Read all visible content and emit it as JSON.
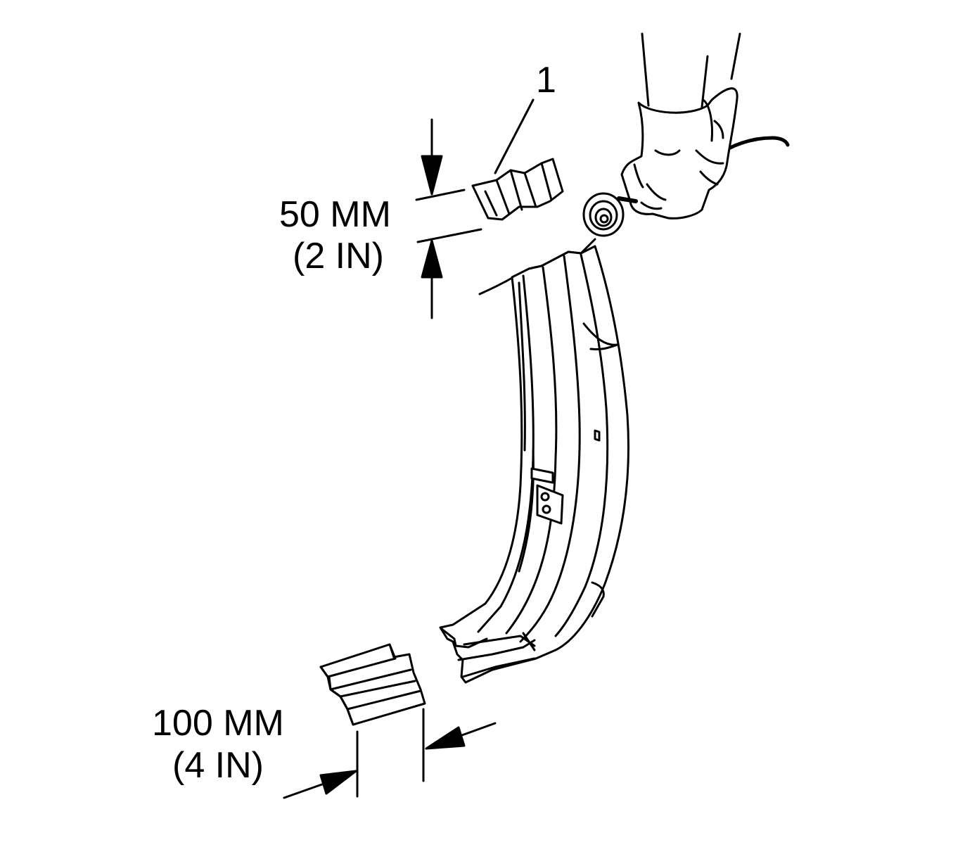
{
  "labels": {
    "callout": "1",
    "top_dimension_mm": "50 MM",
    "top_dimension_in": "(2 IN)",
    "bottom_dimension_mm": "100 MM",
    "bottom_dimension_in": "(4 IN)"
  },
  "colors": {
    "line": "#000000",
    "background": "#ffffff"
  }
}
